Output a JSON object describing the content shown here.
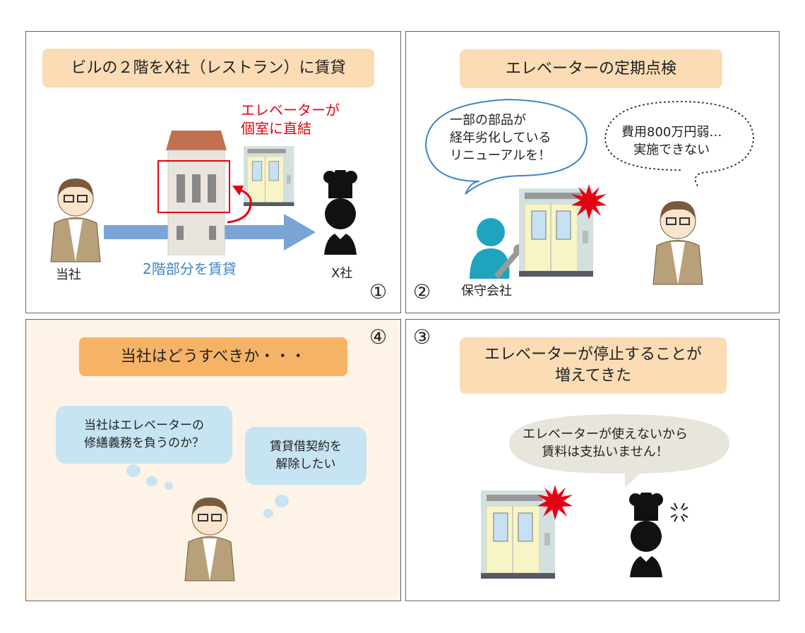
{
  "panel1": {
    "title": "ビルの２階をX社（レストラン）に賃貸",
    "elevator_note_line1": "エレベーターが",
    "elevator_note_line2": "個室に直結",
    "lease_label": "2階部分を賃貸",
    "company_label": "当社",
    "tenant_label": "X社",
    "number": "①"
  },
  "panel2": {
    "title": "エレベーターの定期点検",
    "speech_line1": "一部の部品が",
    "speech_line2": "経年劣化している",
    "speech_line3": "リニューアルを！",
    "thought_line1": "費用800万円弱…",
    "thought_line2": "実施できない",
    "maintenance_label": "保守会社",
    "number": "②"
  },
  "panel3": {
    "title_line1": "エレベーターが停止することが",
    "title_line2": "増えてきた",
    "speech_line1": "エレベーターが使えないから",
    "speech_line2": "賃料は支払いません！",
    "number": "③"
  },
  "panel4": {
    "title": "当社はどうすべきか・・・",
    "thought1_line1": "当社はエレベーターの",
    "thought1_line2": "修繕義務を負うのか？",
    "thought2_line1": "賃貸借契約を",
    "thought2_line2": "解除したい",
    "number": "④"
  },
  "colors": {
    "title_bg": "#fbdcb5",
    "title4_bg": "#f6b366",
    "panel4_bg": "#fdf3e6",
    "arrow": "#7aa3d6",
    "red": "#e60012",
    "blue_text": "#3d85c8"
  }
}
